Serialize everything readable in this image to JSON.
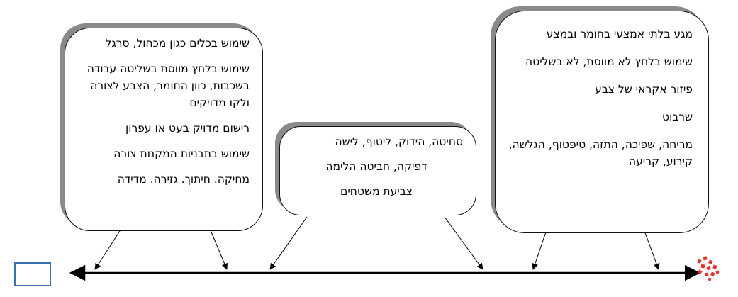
{
  "cards": {
    "left": [
      "שימוש בכלים כגון מכחול, סרגל",
      "שימוש בלחץ מווסת בשליטה עבודה בשכבות, כוון החומר, הצבע לצורה ולקו מדויקים",
      "רישום מדויק בעט או עפרון",
      "שימוש בתבניות המקנות צורה",
      "מחיקה. חיתוך. גזירה. מדידה"
    ],
    "middle": [
      "סחיטה, הידוק, ליטוף, לישה",
      "דפיקה, חביטה הלימה",
      "צביעת משטחים"
    ],
    "right": [
      "מגע בלתי אמצעי בחומר ובמצע",
      "שימוש בלחץ לא מווסת, לא בשליטה",
      "פיזור אקראי של צבע",
      "שרבוט",
      "מריחה, שפיכה, התזה, טיפטוף, הגלשה, קירוע, קריעה"
    ]
  },
  "colors": {
    "frame_box": "#3a6fb0",
    "logo": "#e0312b",
    "card_shadow": "#8a8a8a"
  },
  "icons": {
    "axis": "double-headed-arrow",
    "logo": "red-scattered-squares"
  }
}
